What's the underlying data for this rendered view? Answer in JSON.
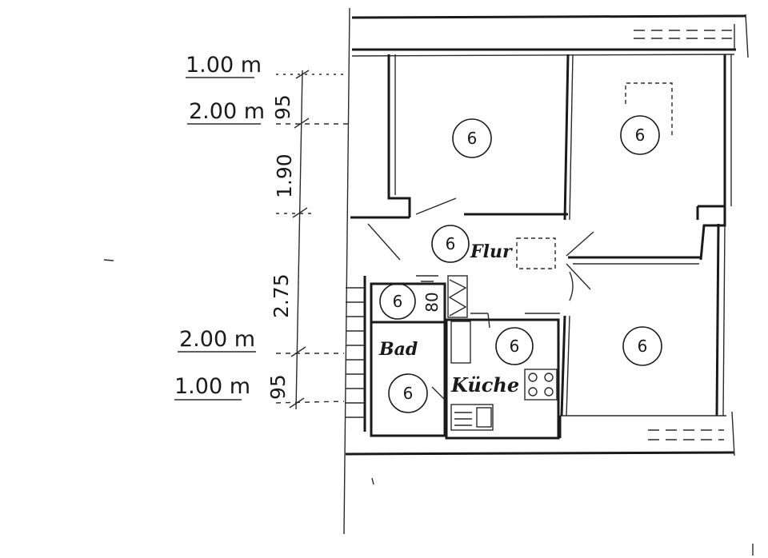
{
  "dimensions": {
    "left_top": [
      "1.00 m",
      "2.00 m"
    ],
    "left_bottom": [
      "2.00 m",
      "1.00 m"
    ],
    "vertical": [
      "95",
      "1.90",
      "2.75",
      "95"
    ]
  },
  "room_numbers": [
    "6",
    "6",
    "6",
    "6",
    "6",
    "6",
    "6"
  ],
  "room_labels": {
    "hall": "Flur",
    "bath": "Bad",
    "kitchen": "Küche",
    "small_room": "80"
  },
  "icons": [
    "stair-icon",
    "stove-icon",
    "sink-icon",
    "bathtub-icon",
    "door-swing-icon"
  ]
}
